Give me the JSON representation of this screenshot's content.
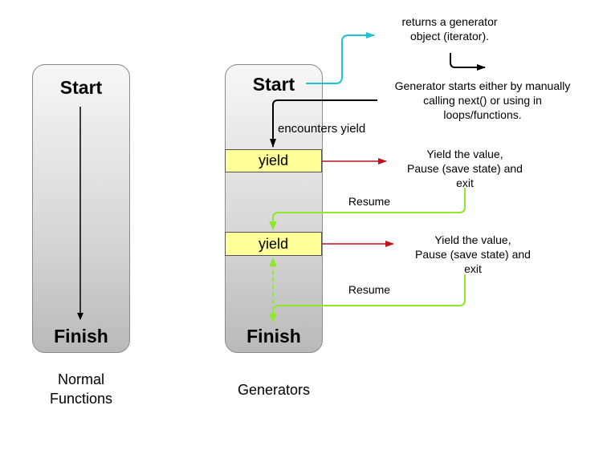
{
  "normal": {
    "start": "Start",
    "finish": "Finish",
    "caption_line1": "Normal",
    "caption_line2": "Functions"
  },
  "generators": {
    "start": "Start",
    "yield1": "yield",
    "yield2": "yield",
    "finish": "Finish",
    "caption": "Generators",
    "encounters_yield": "encounters yield",
    "resume1": "Resume",
    "resume2": "Resume"
  },
  "notes": {
    "returns_line1": "returns a generator",
    "returns_line2": "object (iterator).",
    "gen_starts_line1": "Generator starts either by manually",
    "gen_starts_line2": "calling next() or using in",
    "gen_starts_line3": "loops/functions.",
    "yield_value1_line1": "Yield  the value,",
    "yield_value1_line2": "Pause (save state) and",
    "yield_value1_line3": "exit",
    "yield_value2_line1": "Yield  the value,",
    "yield_value2_line2": "Pause (save state) and",
    "yield_value2_line3": "exit"
  },
  "colors": {
    "cyan_arrow": "#1fc1cf",
    "red_arrow": "#c0101a",
    "green_arrow": "#8fe82a",
    "black_arrow": "#000000",
    "yield_fill": "#ffff99"
  }
}
